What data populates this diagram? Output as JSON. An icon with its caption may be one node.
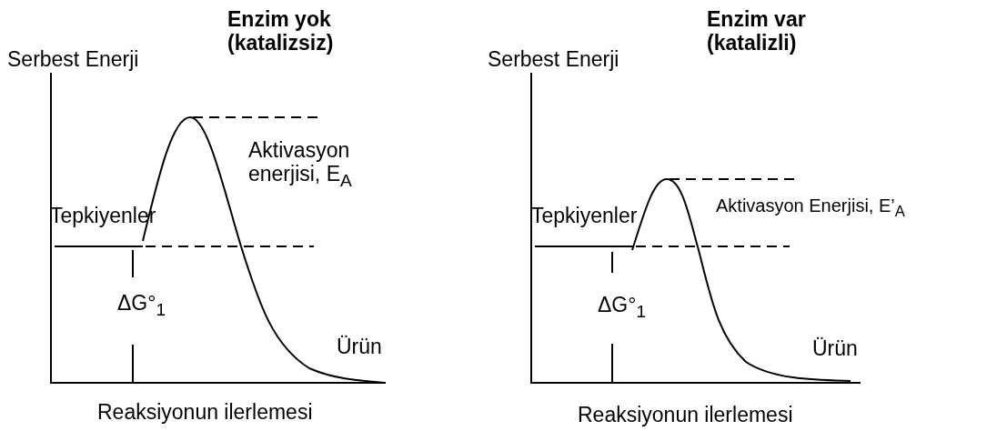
{
  "diagram": {
    "labels": [
      "Enzim yok (katalizsiz)",
      "Serbest Enerji",
      "Aktivasyon enerjisi, E$_{A}$",
      "Tepkiyenler",
      "ΔG°$_{1}$",
      "Ürün",
      "Reaksiyonun ilerlemesi",
      "Enzim var (katalizli)",
      "Serbest Enerji",
      "Aktivasyon Enerjisi, E’$_{A}$",
      "Tepkiyenler",
      "ΔG°$_{1}$",
      "Ürün",
      "Reaksiyonun ilerlemesi"
    ]
  }
}
